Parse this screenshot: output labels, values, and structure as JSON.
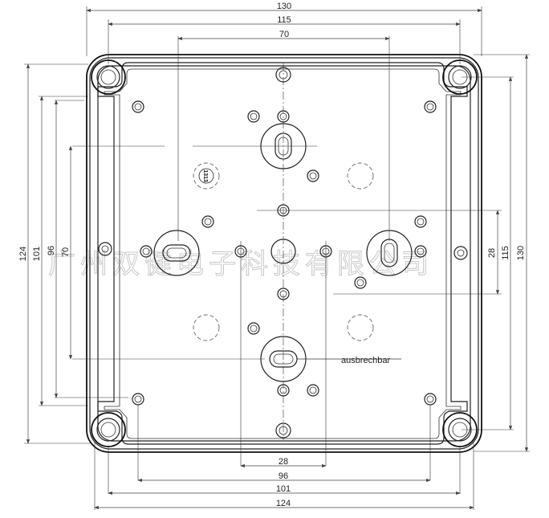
{
  "dimensions": {
    "top": [
      "130",
      "115",
      "70"
    ],
    "bottom": [
      "28",
      "96",
      "101",
      "124"
    ],
    "left": [
      "124",
      "101",
      "96",
      "70"
    ],
    "right": [
      "130",
      "115",
      "28"
    ]
  },
  "labels": {
    "callout": "ausbrechbar",
    "part_mark": "1313"
  },
  "watermark": "广州双健电子科技有限公司"
}
